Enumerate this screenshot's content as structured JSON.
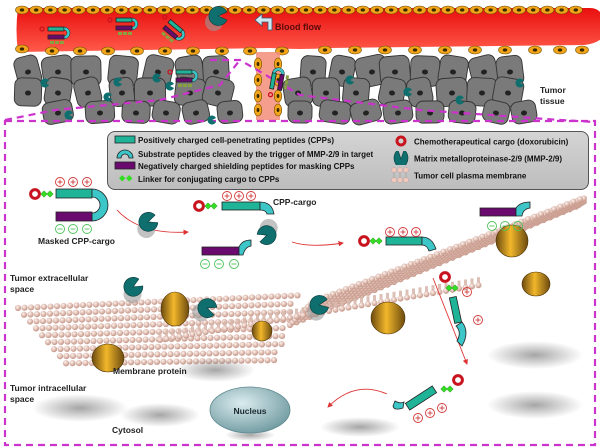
{
  "figure": {
    "labels": {
      "blood_flow": "Blood flow",
      "tumor_tissue": [
        "Tumor",
        "tissue"
      ],
      "masked_cpp_cargo": "Masked CPP-cargo",
      "cpp_cargo": "CPP-cargo",
      "extracellular": [
        "Tumor extracellular",
        "space"
      ],
      "intracellular": [
        "Tumor intracellular",
        "space"
      ],
      "membrane_protein": "Membrane protein",
      "nucleus": "Nucleus",
      "cytosol": "Cytosol"
    },
    "legend": {
      "left": [
        {
          "icon": "cpp-bar",
          "text": "Positively charged cell-penetrating peptides (CPPs)"
        },
        {
          "icon": "substrate-arc",
          "text": "Substrate peptides cleaved by the trigger of MMP-2/9 in target"
        },
        {
          "icon": "shield-bar",
          "text": "Negatively charged shielding peptides for masking CPPs"
        },
        {
          "icon": "linker-diamonds",
          "text": "Linker for conjugating cargo to CPPs"
        }
      ],
      "right": [
        {
          "icon": "cargo-ring",
          "text": "Chemotherapeutical cargo (doxorubicin)"
        },
        {
          "icon": "mmp-pacman",
          "text": "Matrix metalloproteinase-2/9 (MMP-2/9)"
        },
        {
          "icon": "membrane-lipids",
          "text": "Tumor cell plasma membrane"
        }
      ]
    },
    "colors": {
      "blood": "#ee2a1a",
      "cpp": "#1fb398",
      "substrate": "#3cc6c8",
      "shield": "#6a0a6e",
      "linker": "#33dd22",
      "cargo": "#c8141e",
      "mmp": "#0f6f6e",
      "membrane": "#f0c9bc",
      "dashed": "#cc33cc",
      "cell": "#7a7a7a",
      "endothelial": "#f2a51a",
      "plus": "#d23a3a",
      "minus": "#4ec25a"
    },
    "charges": {
      "plus": "+",
      "minus": "−"
    }
  }
}
